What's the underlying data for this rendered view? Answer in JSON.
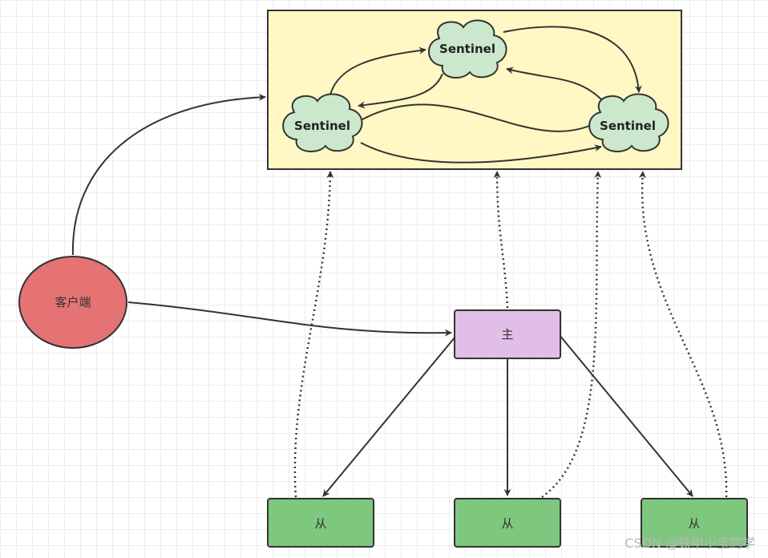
{
  "diagram": {
    "sentinels": [
      "Sentinel",
      "Sentinel",
      "Sentinel"
    ],
    "client": "客户端",
    "master": "主",
    "slaves": [
      "从",
      "从",
      "从"
    ]
  },
  "watermark": "CSDN @铁甲小宝同学",
  "colors": {
    "sentinel_group_fill": "#fff8c4",
    "sentinel_fill": "#cce8cc",
    "client_fill": "#e57373",
    "master_fill": "#e1bee7",
    "slave_fill": "#7ec77e",
    "stroke": "#333333"
  }
}
